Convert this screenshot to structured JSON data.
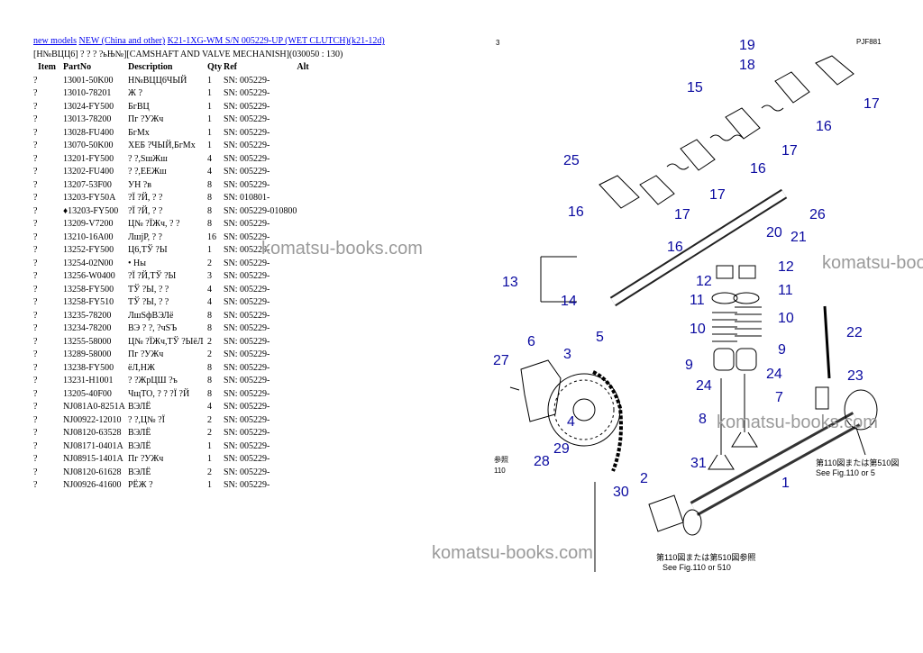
{
  "breadcrumb": {
    "links": [
      "new models",
      "NEW (China and other)",
      "K21-1XG-WM S/N 005229-UP (WET CLUTCH)(k21-12d)"
    ]
  },
  "subtitle": "[Н№ВЦЦ6] ? ? ? ?ьЊ№][CAMSHAFT AND VALVE MECHANISH](030050 : 130)",
  "table": {
    "headers": [
      "Item",
      "PartNo",
      "Description",
      "Qty",
      "Ref",
      "Alt"
    ],
    "rows": [
      [
        "?",
        "13001-50K00",
        "Н№ВЦЦ6ЧЫЙ",
        "1",
        "SN: 005229-",
        ""
      ],
      [
        "?",
        "13010-78201",
        "Ж ?",
        "1",
        "SN: 005229-",
        ""
      ],
      [
        "?",
        "13024-FY500",
        "БгВЦ",
        "1",
        "SN: 005229-",
        ""
      ],
      [
        "?",
        "13013-78200",
        "Пг ?УЖч",
        "1",
        "SN: 005229-",
        ""
      ],
      [
        "?",
        "13028-FU400",
        "БгМх",
        "1",
        "SN: 005229-",
        ""
      ],
      [
        "?",
        "13070-50K00",
        "ХЕБ ?ЧЫЙ,БгМх",
        "1",
        "SN: 005229-",
        ""
      ],
      [
        "?",
        "13201-FY500",
        "? ?,SшЖш",
        "4",
        "SN: 005229-",
        ""
      ],
      [
        "?",
        "13202-FU400",
        "? ?,ЕЕЖш",
        "4",
        "SN: 005229-",
        ""
      ],
      [
        "?",
        "13207-53F00",
        "УН ?в",
        "8",
        "SN: 005229-",
        ""
      ],
      [
        "?",
        "13203-FY50A",
        "?Ї ?Й, ? ?",
        "8",
        "SN: 010801-",
        ""
      ],
      [
        "?",
        "♦13203-FY500",
        "?Ї ?Й, ? ?",
        "8",
        "SN: 005229-010800",
        ""
      ],
      [
        "?",
        "13209-V7200",
        "Ц№ ?ЇЖч, ? ?",
        "8",
        "SN: 005229-",
        ""
      ],
      [
        "?",
        "13210-16A00",
        "ЛшјР, ? ?",
        "16",
        "SN: 005229-",
        ""
      ],
      [
        "?",
        "13252-FY500",
        "Ц6,ТЎ ?Ы",
        "1",
        "SN: 005229-",
        ""
      ],
      [
        "?",
        "13254-02N00",
        "• Ны",
        "2",
        "SN: 005229-",
        ""
      ],
      [
        "?",
        "13256-W0400",
        "?Ї ?Й,ТЎ ?Ы",
        "3",
        "SN: 005229-",
        ""
      ],
      [
        "?",
        "13258-FY500",
        "ТЎ ?Ы, ? ?",
        "4",
        "SN: 005229-",
        ""
      ],
      [
        "?",
        "13258-FY510",
        "ТЎ ?Ы, ? ?",
        "4",
        "SN: 005229-",
        ""
      ],
      [
        "?",
        "13235-78200",
        "ЛшЅфВЭЛё",
        "8",
        "SN: 005229-",
        ""
      ],
      [
        "?",
        "13234-78200",
        "ВЭ ? ?, ?чЅЪ",
        "8",
        "SN: 005229-",
        ""
      ],
      [
        "?",
        "13255-58000",
        "Ц№ ?ЇЖч,ТЎ ?ЫёЛ",
        "2",
        "SN: 005229-",
        ""
      ],
      [
        "?",
        "13289-58000",
        "Пг ?УЖч",
        "2",
        "SN: 005229-",
        ""
      ],
      [
        "?",
        "13238-FY500",
        "ёЛ,НЖ",
        "8",
        "SN: 005229-",
        ""
      ],
      [
        "?",
        "13231-H1001",
        "? ?ЖрЦШ ?ъ",
        "8",
        "SN: 005229-",
        ""
      ],
      [
        "?",
        "13205-40F00",
        "ЧщТО, ? ? ?Ї ?Й",
        "8",
        "SN: 005229-",
        ""
      ],
      [
        "?",
        "NJ081A0-8251A",
        "ВЭЛЁ",
        "4",
        "SN: 005229-",
        ""
      ],
      [
        "?",
        "NJ00922-12010",
        "? ?,Ц№ ?Ї",
        "2",
        "SN: 005229-",
        ""
      ],
      [
        "?",
        "NJ08120-63528",
        "ВЭЛЁ",
        "2",
        "SN: 005229-",
        ""
      ],
      [
        "?",
        "NJ08171-0401A",
        "ВЭЛЁ",
        "1",
        "SN: 005229-",
        ""
      ],
      [
        "?",
        "NJ08915-1401A",
        "Пг ?УЖч",
        "1",
        "SN: 005229-",
        ""
      ],
      [
        "?",
        "NJ08120-61628",
        "ВЭЛЁ",
        "2",
        "SN: 005229-",
        ""
      ],
      [
        "?",
        "NJ00926-41600",
        "РЁЖ ?",
        "1",
        "SN: 005229-",
        ""
      ]
    ]
  },
  "diagram": {
    "header_code": "PJF881",
    "corner_mark": "3",
    "callouts": [
      "19",
      "18",
      "17",
      "15",
      "16",
      "17",
      "25",
      "16",
      "16",
      "17",
      "17",
      "26",
      "16",
      "21",
      "20",
      "12",
      "12",
      "11",
      "11",
      "10",
      "10",
      "9",
      "9",
      "24",
      "24",
      "7",
      "8",
      "6",
      "3",
      "5",
      "27",
      "4",
      "29",
      "28",
      "13",
      "14",
      "22",
      "23",
      "1",
      "2",
      "30",
      "31"
    ],
    "see_ref_1": "第110図または第510図参照",
    "see_ref_1b": "See Fig.110 or 510",
    "see_ref_2": "第110図または第510図",
    "see_ref_2b": "See Fig.110 or 5",
    "left_ref_a": "参照",
    "left_ref_b": "110"
  },
  "watermark": "komatsu-books.com"
}
